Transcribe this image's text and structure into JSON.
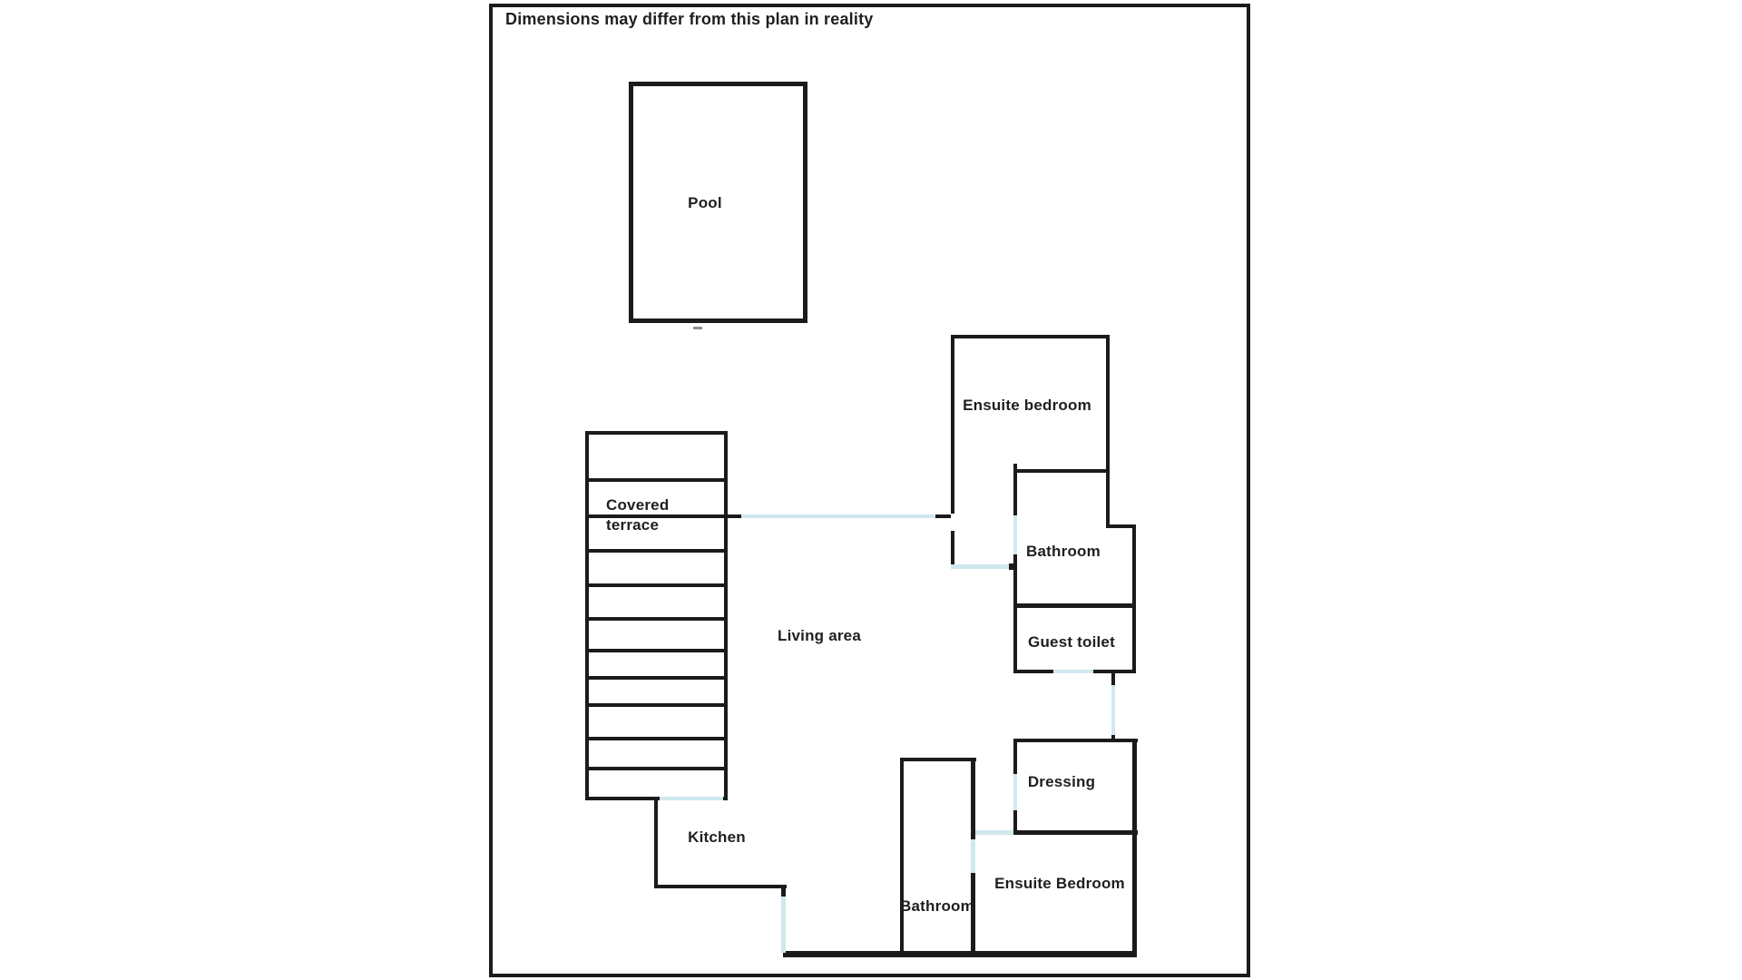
{
  "title": "Dimensions may differ from this plan in reality",
  "colors": {
    "wall": "#1b1b1b",
    "door": "#cfe8ee",
    "paper": "#ffffff",
    "text": "#1f1f1f"
  },
  "rooms": {
    "pool": {
      "label": "Pool"
    },
    "covered_terrace": {
      "label_line1": "Covered",
      "label_line2": "terrace"
    },
    "ensuite_bedroom_top": {
      "label": "Ensuite bedroom"
    },
    "bathroom_top": {
      "label": "Bathroom"
    },
    "guest_toilet": {
      "label": "Guest toilet"
    },
    "living_area": {
      "label": "Living area"
    },
    "dressing": {
      "label": "Dressing"
    },
    "kitchen": {
      "label": "Kitchen"
    },
    "bathroom_bottom": {
      "label": "Bathroom"
    },
    "ensuite_bedroom_bottom": {
      "label": "Ensuite Bedroom"
    }
  }
}
